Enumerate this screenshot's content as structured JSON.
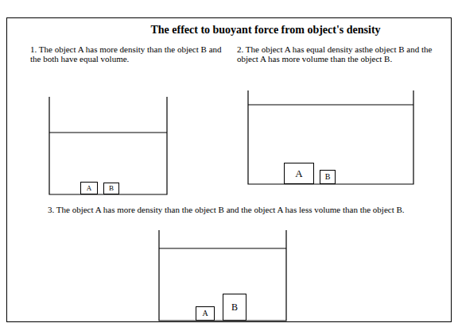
{
  "diagram": {
    "title": "The effect to buoyant force from object's density",
    "nodes": [
      {
        "text": [
          "A"
        ]
      },
      {
        "text": [
          "B"
        ]
      },
      {
        "text": [
          "A"
        ]
      },
      {
        "text": [
          "B"
        ]
      },
      {
        "text": [
          "A"
        ]
      },
      {
        "text": [
          "B"
        ]
      }
    ],
    "labels": [
      "1. The object A has more density than the object B and the both have equal volume.",
      "2. The object A has equal density asthe object B and the object A has more volume than the object B.",
      "3. The object A has more density than the object B and the object A has less volume than the object B."
    ]
  }
}
